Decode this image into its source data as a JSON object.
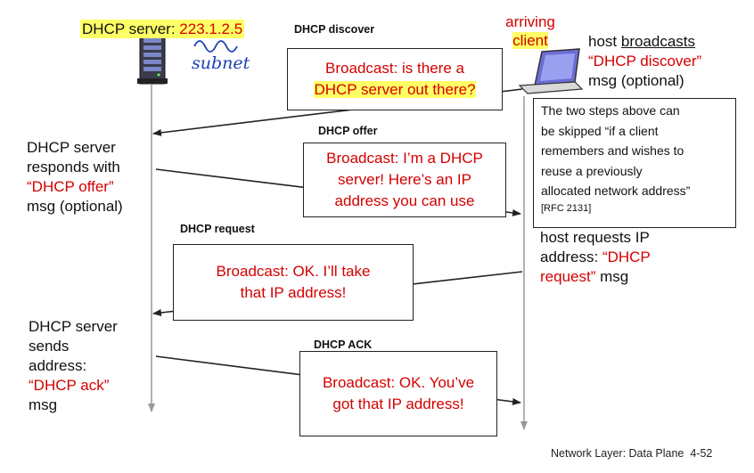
{
  "server_label": {
    "prefix": "DHCP server:",
    "ip": "223.1.2.5"
  },
  "subnet_annotation": "subnet",
  "client_label": {
    "line1": "arriving",
    "line2": "client"
  },
  "host_broadcasts": {
    "prefix": "host ",
    "underlined": "broadcasts",
    "quoted": "“DHCP discover”",
    "suffix": "msg (optional)"
  },
  "messages": [
    {
      "title": "DHCP discover",
      "lines": [
        "Broadcast: is there a",
        "DHCP server out there?"
      ]
    },
    {
      "title": "DHCP offer",
      "lines": [
        "Broadcast: I’m a DHCP",
        "server! Here’s an IP",
        "address you can use"
      ]
    },
    {
      "title": "DHCP request",
      "lines": [
        "Broadcast: OK.  I’ll take",
        "that IP address!"
      ]
    },
    {
      "title": "DHCP ACK",
      "lines": [
        "Broadcast: OK.  You’ve",
        "got that IP address!"
      ]
    }
  ],
  "server_offer_text": {
    "lines": [
      "DHCP server",
      "responds with"
    ],
    "quoted": "“DHCP offer”",
    "suffix": "msg (optional)"
  },
  "note": {
    "lines": [
      "The two steps above can",
      "be skipped “if a client",
      "remembers and wishes to",
      "reuse a previously",
      "allocated network address”"
    ],
    "ref": "[RFC 2131]"
  },
  "host_request_text": {
    "lines": [
      "host requests IP",
      "address:"
    ],
    "quoted1": "“DHCP",
    "quoted2": "request”",
    "suffix": " msg"
  },
  "server_ack_text": {
    "lines": [
      "DHCP server",
      "sends",
      "address:"
    ],
    "quoted": "“DHCP ack”",
    "suffix": "msg"
  },
  "footer": "Network Layer: Data Plane  4-52",
  "colors": {
    "accent_red": "#d40000",
    "highlight": "#ffff66",
    "handwriting": "#1a3fb5"
  },
  "icons": {
    "server": "server-tower-icon",
    "client": "laptop-icon"
  }
}
